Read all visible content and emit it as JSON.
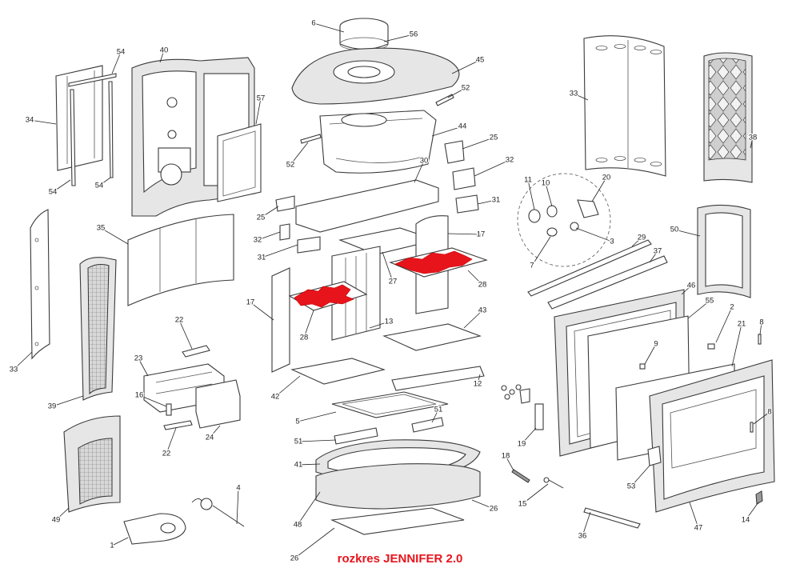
{
  "caption": {
    "text": "rozkres JENNIFER 2.0",
    "color": "#e8141c"
  },
  "highlight_color": "#e8141c",
  "callouts": [
    "1",
    "2",
    "3",
    "4",
    "5",
    "6",
    "7",
    "8",
    "8b",
    "9",
    "10",
    "11",
    "12",
    "13",
    "14",
    "15",
    "16",
    "17",
    "17b",
    "18",
    "19",
    "20",
    "21",
    "22",
    "22b",
    "23",
    "24",
    "25",
    "25b",
    "26",
    "26b",
    "27",
    "28",
    "28b",
    "29",
    "30",
    "31",
    "31b",
    "32",
    "32b",
    "33",
    "33b",
    "34",
    "35",
    "36",
    "37",
    "38",
    "39",
    "40",
    "41",
    "42",
    "43",
    "44",
    "45",
    "46",
    "47",
    "48",
    "49",
    "50",
    "51",
    "51b",
    "52",
    "52b",
    "53",
    "54",
    "54b",
    "54c",
    "55",
    "56",
    "57"
  ],
  "labels": {
    "1": "1",
    "2": "2",
    "3": "3",
    "4": "4",
    "5": "5",
    "6": "6",
    "7": "7",
    "8": "8",
    "8b": "8",
    "9": "9",
    "10": "10",
    "11": "11",
    "12": "12",
    "13": "13",
    "14": "14",
    "15": "15",
    "16": "16",
    "17": "17",
    "17b": "17",
    "18": "18",
    "19": "19",
    "20": "20",
    "21": "21",
    "22": "22",
    "22b": "22",
    "23": "23",
    "24": "24",
    "25": "25",
    "25b": "25",
    "26": "26",
    "26b": "26",
    "27": "27",
    "28": "28",
    "28b": "28",
    "29": "29",
    "30": "30",
    "31": "31",
    "31b": "31",
    "32": "32",
    "32b": "32",
    "33": "33",
    "33b": "33",
    "34": "34",
    "35": "35",
    "36": "36",
    "37": "37",
    "38": "38",
    "39": "39",
    "40": "40",
    "41": "41",
    "42": "42",
    "43": "43",
    "44": "44",
    "45": "45",
    "46": "46",
    "47": "47",
    "48": "48",
    "49": "49",
    "50": "50",
    "51": "51",
    "51b": "51",
    "52": "52",
    "52b": "52",
    "53": "53",
    "54": "54",
    "54b": "54",
    "54c": "54",
    "55": "55",
    "56": "56",
    "57": "57"
  }
}
